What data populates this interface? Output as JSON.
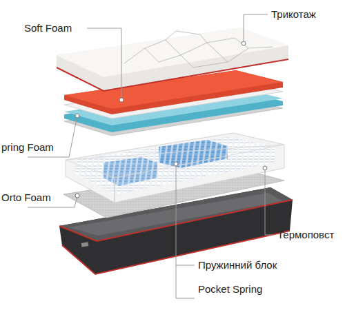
{
  "diagram": {
    "labels": [
      "Трикотаж",
      "Soft Foam",
      "pring Foam",
      "Orto Foam",
      "Термоповст",
      "Пружинний блок",
      "Pocket Spring"
    ]
  }
}
